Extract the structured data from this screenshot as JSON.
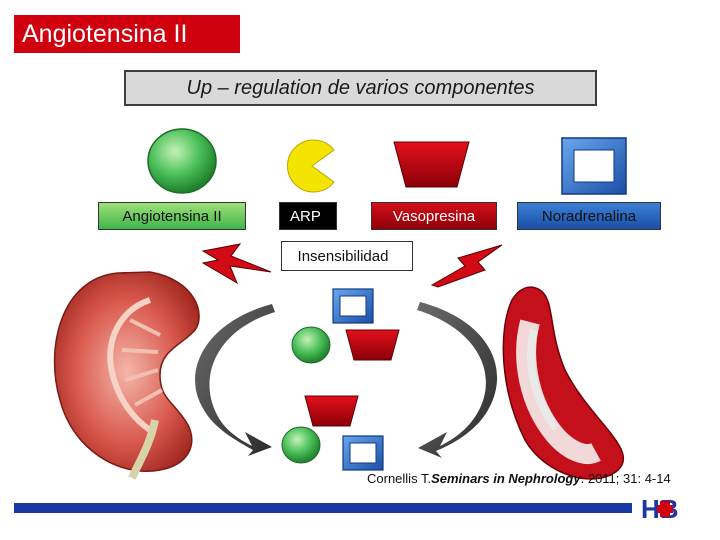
{
  "title": "Angiotensina II",
  "subtitle": "Up – regulation de varios componentes",
  "labels": {
    "angiotensina": "Angiotensina II",
    "arp": "ARP",
    "vasopresina": "Vasopresina",
    "noradrenalina": "Noradrenalina",
    "insensibilidad": "Insensibilidad"
  },
  "citation": {
    "author": "Cornellis T.",
    "journal": "Seminars in Nephrology",
    "details": ". 2011; 31: 4-14"
  },
  "logo": {
    "text": "HB"
  },
  "colors": {
    "title_red": "#d1000f",
    "green_sphere": "#3fb54a",
    "yellow_pacman": "#f5e400",
    "red_trapezoid": "#c3000c",
    "blue_square": "#2e74d1",
    "footer_blue": "#1838a4"
  },
  "icons": [
    "green-sphere-icon",
    "pacman-icon",
    "red-trapezoid-icon",
    "blue-square-icon",
    "lightning-icon",
    "kidney-icon",
    "blood-vessel-icon",
    "curved-arrow-icon"
  ]
}
